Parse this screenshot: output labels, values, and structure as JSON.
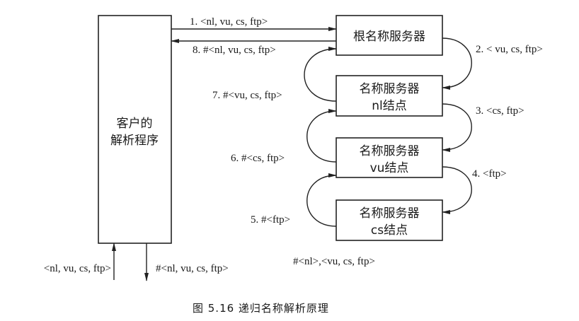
{
  "diagram": {
    "client": {
      "line1": "客户的",
      "line2": "解析程序"
    },
    "servers": {
      "root": {
        "line1": "根名称服务器"
      },
      "nl": {
        "line1": "名称服务器",
        "line2": "nl结点"
      },
      "vu": {
        "line1": "名称服务器",
        "line2": "vu结点"
      },
      "cs": {
        "line1": "名称服务器",
        "line2": "cs结点"
      }
    },
    "messages": {
      "m1": "1. <nl, vu, cs, ftp>",
      "m2": "2. < vu, cs, ftp>",
      "m3": "3. <cs, ftp>",
      "m4": "4. <ftp>",
      "m5": "5. #<ftp>",
      "m6": "6. #<cs, ftp>",
      "m7": "7. #<vu, cs, ftp>",
      "m8": "8. #<nl, vu, cs, ftp>"
    },
    "client_input": "<nl, vu, cs, ftp>",
    "client_output": "#<nl, vu, cs, ftp>",
    "result_note": "#<nl>,<vu, cs, ftp>",
    "caption": "图 5.16   递归名称解析原理"
  }
}
